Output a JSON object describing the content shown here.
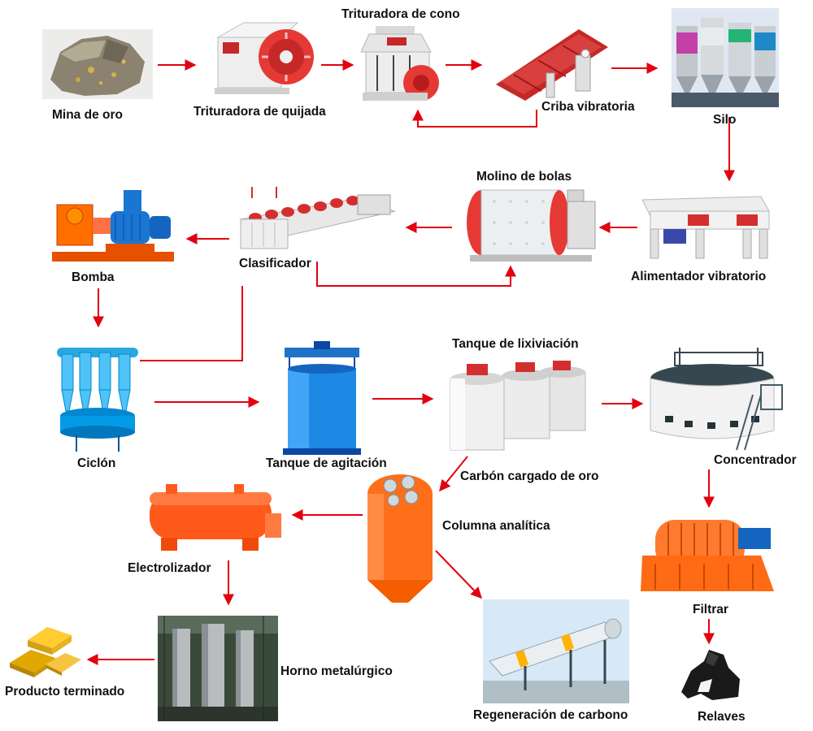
{
  "diagram": {
    "accent_arrow_color": "#e3000f",
    "nodes": [
      {
        "id": "gold-mine",
        "label": "Mina de oro",
        "icon": "gold-ore-rock-icon"
      },
      {
        "id": "jaw-crusher",
        "label": "Trituradora de quijada",
        "icon": "jaw-crusher-icon"
      },
      {
        "id": "cone-crusher",
        "label": "Trituradora de cono",
        "icon": "cone-crusher-icon"
      },
      {
        "id": "vibrating-screen",
        "label": "Criba vibratoria",
        "icon": "vibrating-screen-icon"
      },
      {
        "id": "silo",
        "label": "Silo",
        "icon": "silo-icon"
      },
      {
        "id": "vibrating-feeder",
        "label": "Alimentador vibratorio",
        "icon": "vibrating-feeder-icon"
      },
      {
        "id": "ball-mill",
        "label": "Molino de bolas",
        "icon": "ball-mill-icon"
      },
      {
        "id": "classifier",
        "label": "Clasificador",
        "icon": "spiral-classifier-icon"
      },
      {
        "id": "pump",
        "label": "Bomba",
        "icon": "pump-icon"
      },
      {
        "id": "cyclone",
        "label": "Ciclón",
        "icon": "hydrocyclone-icon"
      },
      {
        "id": "agitation-tank",
        "label": "Tanque de agitación",
        "icon": "agitation-tank-icon"
      },
      {
        "id": "leaching-tank",
        "label": "Tanque de lixiviación",
        "icon": "leaching-tank-icon"
      },
      {
        "id": "thickener",
        "label": "Concentrador",
        "icon": "thickener-icon"
      },
      {
        "id": "filter",
        "label": "Filtrar",
        "icon": "vacuum-filter-icon"
      },
      {
        "id": "tailings",
        "label": "Relaves",
        "icon": "tailings-pile-icon"
      },
      {
        "id": "analytic-column",
        "label": "Columna analítica",
        "icon": "desorption-column-icon"
      },
      {
        "id": "electrolyzer",
        "label": "Electrolizador",
        "icon": "electrolyzer-icon"
      },
      {
        "id": "smelting-furnace",
        "label": "Horno metalúrgico",
        "icon": "smelting-furnace-icon"
      },
      {
        "id": "finished-product",
        "label": "Producto terminado",
        "icon": "gold-bars-icon"
      },
      {
        "id": "carbon-regeneration",
        "label": "Regeneración de carbono",
        "icon": "rotary-kiln-icon"
      }
    ],
    "edge_labels": {
      "loaded_carbon": "Carbón cargado de oro"
    }
  }
}
